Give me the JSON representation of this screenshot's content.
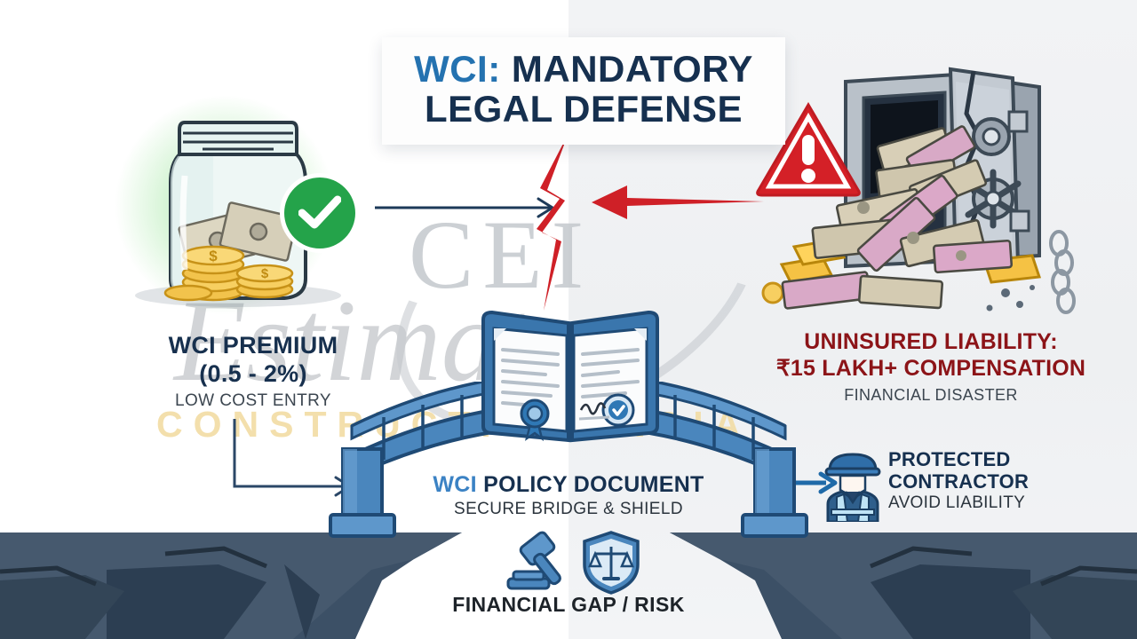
{
  "title": {
    "highlight": "WCI:",
    "line1_rest": " MANDATORY",
    "line2": "LEGAL DEFENSE"
  },
  "left_block": {
    "heading_line1": "WCI PREMIUM",
    "heading_line2": "(0.5 - 2%)",
    "subtext": "LOW COST ENTRY",
    "icon_jar": "money-jar-icon",
    "icon_check": "green-check-icon"
  },
  "right_block": {
    "heading_line1": "UNINSURED LIABILITY:",
    "heading_line2": "₹15 LAKH+ COMPENSATION",
    "subtext": "FINANCIAL DISASTER",
    "icon_safe": "broken-safe-icon",
    "icon_warning": "warning-triangle-icon"
  },
  "center_block": {
    "heading_prefix": "WCI",
    "heading_rest": " POLICY DOCUMENT",
    "subtext": "SECURE BRIDGE & SHIELD",
    "icon_bridge": "bridge-icon",
    "icon_document": "policy-document-icon"
  },
  "bottom_block": {
    "label": "FINANCIAL GAP / RISK",
    "icon_gavel": "gavel-icon",
    "icon_shield_scales": "shield-scales-icon"
  },
  "contractor_block": {
    "heading_line1": "PROTECTED",
    "heading_line2": "CONTRACTOR",
    "subtext": "AVOID LIABILITY",
    "icon_worker": "construction-worker-icon"
  },
  "watermark": {
    "brand": "CEI",
    "script": "Estimate",
    "tagline": "CONSTRUCTION INDIA"
  },
  "colors": {
    "navy": "#16304f",
    "blue_accent": "#2472b0",
    "bridge_blue": "#3a76ad",
    "danger_red": "#d42027",
    "liability_red": "#8c1418",
    "success_green": "#24a34a",
    "gold": "#f2dda6",
    "bg_left": "#ffffff",
    "bg_right": "#f1f2f4",
    "cliff_dark": "#2f4257"
  }
}
